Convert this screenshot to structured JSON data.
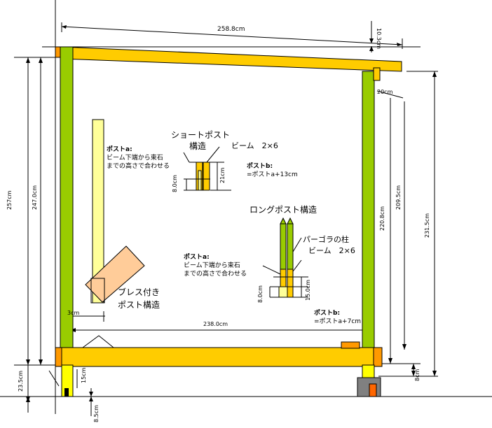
{
  "colors": {
    "post_green": "#99cc00",
    "beam_yellow": "#ffcc00",
    "beam_orange": "#ff9900",
    "pale_yellow": "#ffff99",
    "brace_salmon": "#ffcc99",
    "stone_gray": "#808080",
    "stone_red": "#ff6600",
    "line": "#000000"
  },
  "dims": {
    "top_width": "258.8cm",
    "top_drop": "10.3cm",
    "right_offset": "20cm",
    "inner_width": "238.0cm",
    "left_total": "257cm",
    "left_post": "247.0cm",
    "right_a": "220.8cm",
    "right_b": "209.5cm",
    "right_total": "231.5cm",
    "bottom_left": "23.5cm",
    "footing_a": "15cm",
    "footing_b": "8.5cm",
    "right_stone": "8cm",
    "brace_gap": "3cm"
  },
  "short_post": {
    "title_line1": "ショートポスト",
    "title_line2": "構造",
    "beam_label": "ビーム　2×6",
    "dim_h": "21cm",
    "dim_low": "8.0cm",
    "post_a_title": "ポストa:",
    "post_a_line1": "ビーム下端から束石",
    "post_a_line2": "までの高さで合わせる",
    "post_b_title": "ポストb:",
    "post_b_line1": "=ポストa+13cm"
  },
  "long_post": {
    "title": "ロングポスト構造",
    "pergola_label": "パーゴラの柱",
    "beam_label": "ビーム　2×6",
    "post_a_title": "ポストa:",
    "post_a_line1": "ビーム下端から束石",
    "post_a_line2": "までの高さで合わせる",
    "dim_low": "8.0cm",
    "dim_high": "15.0cm",
    "post_b_title": "ポストb:",
    "post_b_line1": "=ポストa+7cm"
  },
  "brace": {
    "label_line1": "ブレス付き",
    "label_line2": "ポスト構造"
  }
}
